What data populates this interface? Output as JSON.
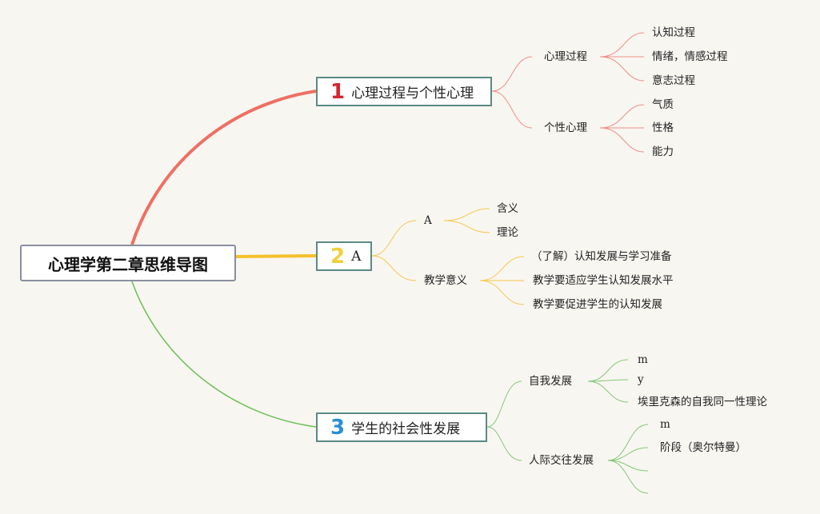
{
  "root": {
    "title": "心理学第二章思维导图"
  },
  "branches": [
    {
      "number": "1",
      "label": "心理过程与个性心理",
      "color": "#ef6f63",
      "children": [
        {
          "label": "心理过程",
          "children": [
            "认知过程",
            "情绪，情感过程",
            "意志过程"
          ]
        },
        {
          "label": "个性心理",
          "children": [
            "气质",
            "性格",
            "能力"
          ]
        }
      ]
    },
    {
      "number": "2",
      "label": "A",
      "color": "#f5c02c",
      "children": [
        {
          "label": "A",
          "children": [
            "含义",
            "理论"
          ]
        },
        {
          "label": "教学意义",
          "children": [
            "（了解）认知发展与学习准备",
            "教学要适应学生认知发展水平",
            "教学要促进学生的认知发展"
          ]
        }
      ]
    },
    {
      "number": "3",
      "label": "学生的社会性发展",
      "color": "#72c05e",
      "children": [
        {
          "label": "自我发展",
          "children": [
            "m",
            "y",
            "埃里克森的自我同一性理论"
          ]
        },
        {
          "label": "人际交往发展",
          "children": [
            "m",
            "阶段（奥尔特曼）",
            "",
            ""
          ]
        }
      ]
    }
  ]
}
